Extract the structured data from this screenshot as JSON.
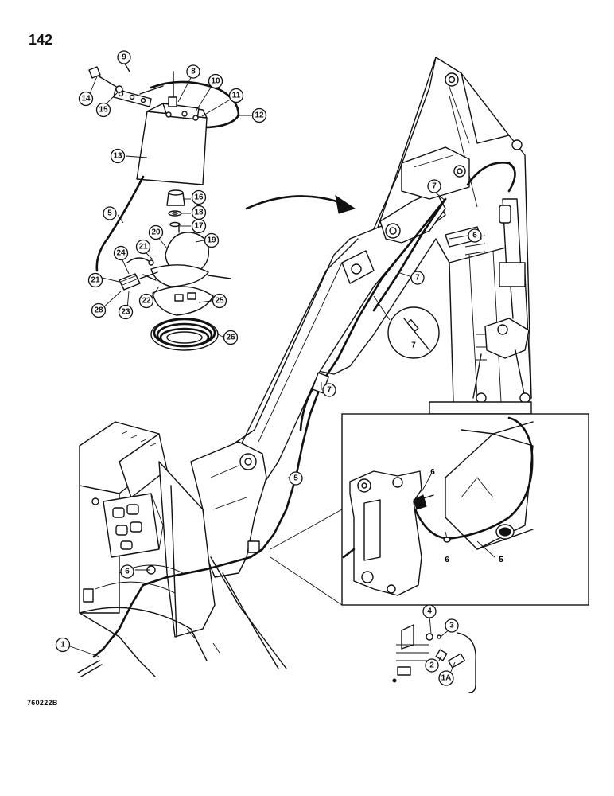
{
  "page": {
    "number": "142",
    "figure_code": "760222B"
  },
  "callouts": {
    "c1": "1",
    "c1a": "1A",
    "c2": "2",
    "c3": "3",
    "c4": "4",
    "c5a": "5",
    "c5b": "5",
    "c5c": "5",
    "c6a": "6",
    "c6b": "6",
    "c6c": "6",
    "c6d": "6",
    "c7a": "7",
    "c7b": "7",
    "c7c": "7",
    "c7d": "7",
    "c8": "8",
    "c9": "9",
    "c10": "10",
    "c11": "11",
    "c12": "12",
    "c13": "13",
    "c14": "14",
    "c15": "15",
    "c16": "16",
    "c17": "17",
    "c18": "18",
    "c19": "19",
    "c20": "20",
    "c21a": "21",
    "c21b": "21",
    "c22": "22",
    "c23": "23",
    "c24": "24",
    "c25": "25",
    "c26": "26",
    "c28": "28"
  }
}
